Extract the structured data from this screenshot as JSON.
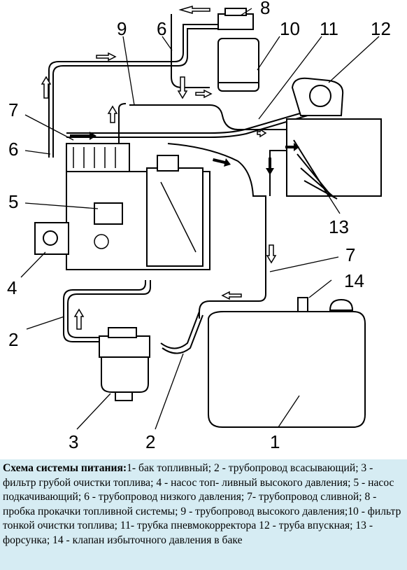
{
  "labels": {
    "n1": "1",
    "n2a": "2",
    "n2b": "2",
    "n3": "3",
    "n4": "4",
    "n5": "5",
    "n6a": "6",
    "n6b": "6",
    "n7a": "7",
    "n7b": "7",
    "n8": "8",
    "n9": "9",
    "n10": "10",
    "n11": "11",
    "n12": "12",
    "n13": "13",
    "n14": "14"
  },
  "caption": {
    "title": "Схема системы питания:",
    "text": "1- бак топливный; 2 - трубопровод всасывающий; 3 - фильтр грубой очистки топлива; 4 - насос топ- ливный высокого давления; 5 - насос подкачивающий; 6 - трубопровод низкого давления; 7- трубопровод сливной; 8 - пробка прокачки топливной системы; 9 - трубопровод высокого давления;10 - фильтр тонкой очистки топлива; 11- трубка пневмокорректора 12 - труба впускная; 13 - форсунка; 14 - клапан избыточного давления в баке"
  },
  "colors": {
    "caption_bg": "#d6ecf3",
    "line": "#000000"
  }
}
